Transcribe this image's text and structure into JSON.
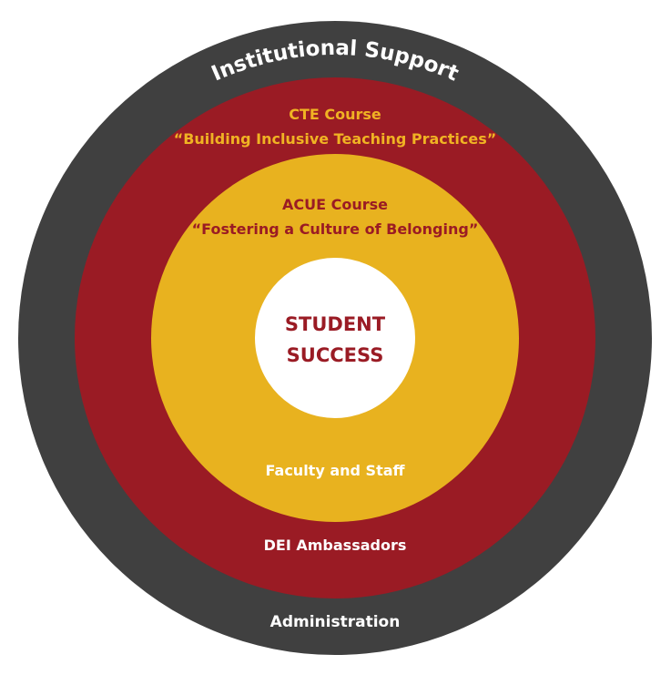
{
  "colors": {
    "outer_ring": "#404040",
    "middle_ring": "#9a1b24",
    "inner_ring": "#e8b21f",
    "core": "#ffffff",
    "text_light": "#ffffff",
    "text_gold": "#f0b323",
    "text_red": "#9a1b24"
  },
  "outer_ring": {
    "arc_title": "Institutional Support",
    "bottom_label": "Administration"
  },
  "middle_ring": {
    "course_title": "CTE Course",
    "course_name": "“Building Inclusive Teaching Practices”",
    "bottom_label": "DEI Ambassadors"
  },
  "inner_ring": {
    "course_title": "ACUE Course",
    "course_name": "“Fostering a Culture of Belonging”",
    "bottom_label": "Faculty and Staff"
  },
  "core": {
    "line1": "STUDENT",
    "line2": "SUCCESS"
  }
}
